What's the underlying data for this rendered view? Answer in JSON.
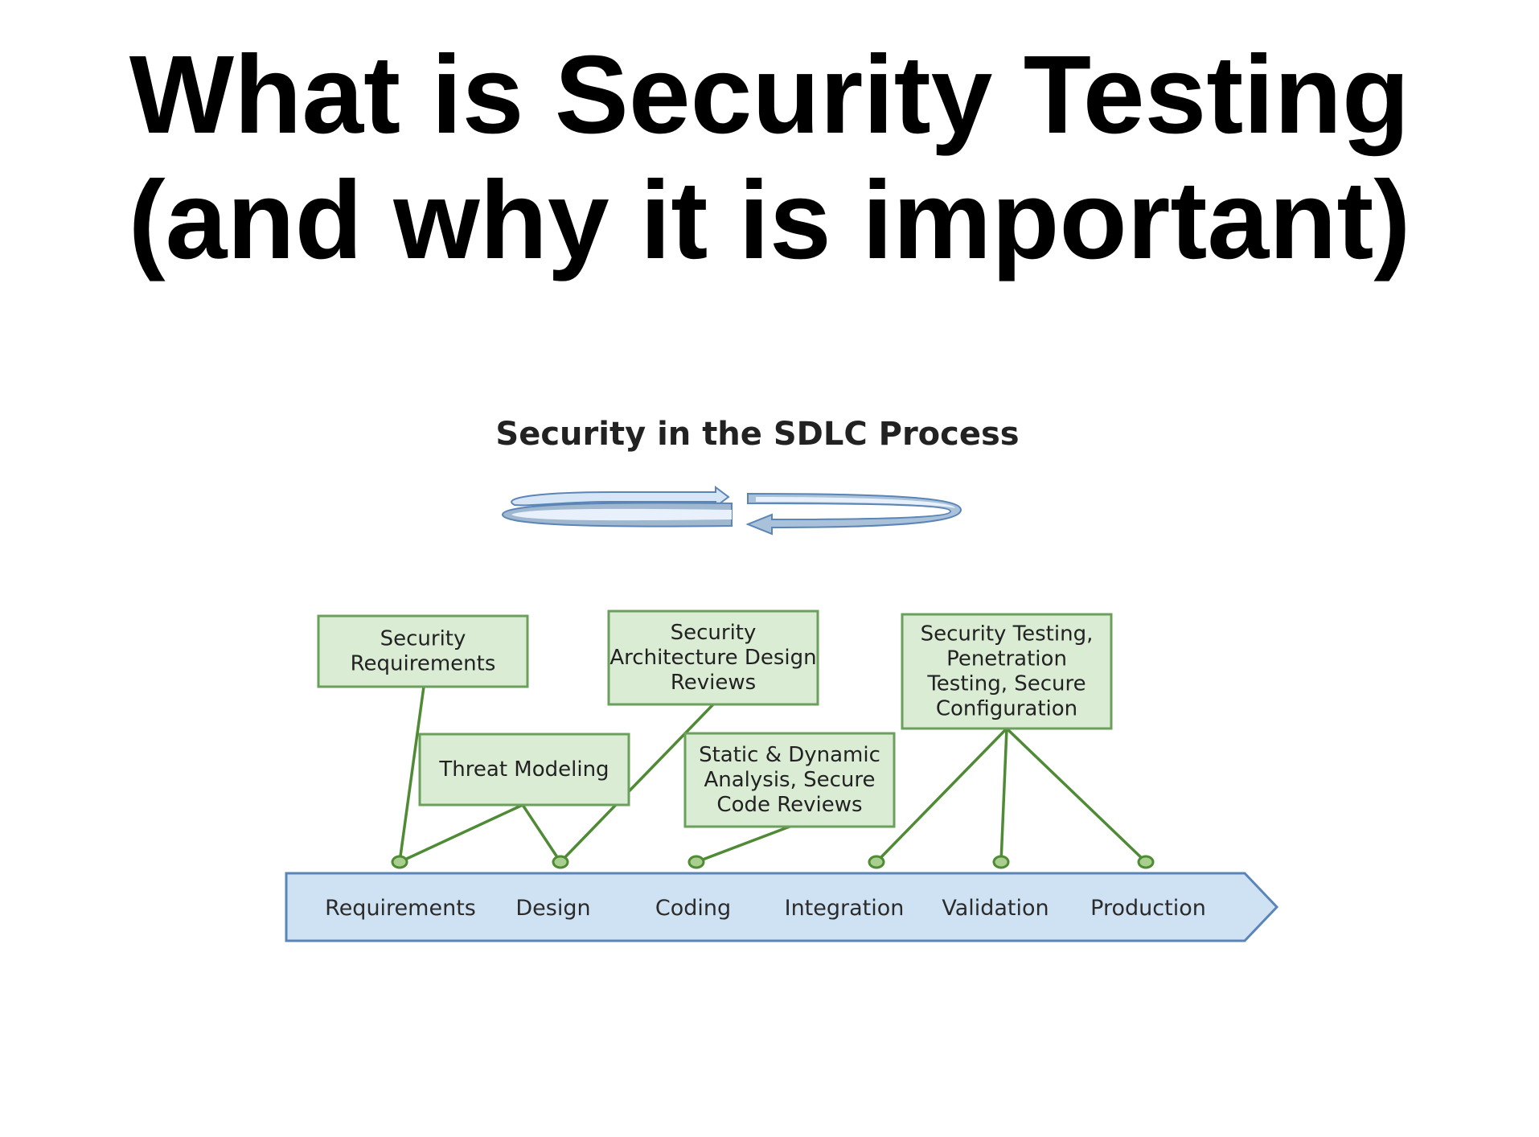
{
  "title": {
    "line1": "What is Security Testing",
    "line2": "(and why it is important)"
  },
  "diagram": {
    "title": "Security in the SDLC Process",
    "cycle_icon": "circular-arrows-icon",
    "colors": {
      "box_fill": "#dbecd5",
      "box_stroke": "#6aa05b",
      "connector": "#4f8a35",
      "banner_fill": "#cfe2f3",
      "banner_stroke": "#5b84b7"
    },
    "stages": [
      "Requirements",
      "Design",
      "Coding",
      "Integration",
      "Validation",
      "Production"
    ],
    "activities": [
      {
        "lines": [
          "Security",
          "Requirements"
        ],
        "stages": [
          "Requirements"
        ]
      },
      {
        "lines": [
          "Threat Modeling"
        ],
        "stages": [
          "Requirements",
          "Design"
        ]
      },
      {
        "lines": [
          "Security",
          "Architecture Design",
          "Reviews"
        ],
        "stages": [
          "Design"
        ]
      },
      {
        "lines": [
          "Static & Dynamic",
          "Analysis, Secure",
          "Code Reviews"
        ],
        "stages": [
          "Coding"
        ]
      },
      {
        "lines": [
          "Security Testing,",
          "Penetration",
          "Testing, Secure",
          "Configuration"
        ],
        "stages": [
          "Integration",
          "Validation",
          "Production"
        ]
      }
    ]
  }
}
